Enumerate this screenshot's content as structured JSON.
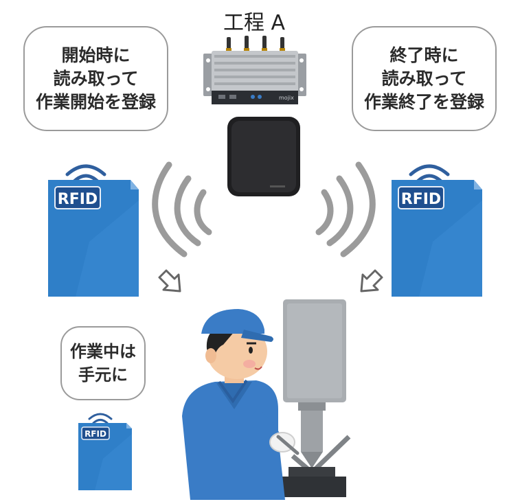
{
  "process": {
    "title": "工程 A"
  },
  "bubbles": {
    "start": [
      "開始時に",
      "読み取って",
      "作業開始を登録"
    ],
    "end": [
      "終了時に",
      "読み取って",
      "作業終了を登録"
    ],
    "during": [
      "作業中は",
      "手元に"
    ]
  },
  "tag_label": "RFID",
  "reader_brand": "mojix",
  "colors": {
    "tag_blue": "#2f7fc8",
    "tag_label_bg": "#1f4f8f",
    "wave_gray": "#9b9b9b",
    "worker_blue": "#3a7cc6",
    "bubble_border": "#9a9a9a"
  }
}
